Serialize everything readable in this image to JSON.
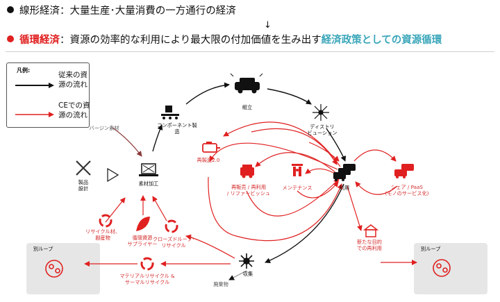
{
  "header": {
    "line1": "線形経済：大量生産･大量消費の一方通行の経済",
    "arrow": "↓",
    "line2_prefix": "循環経済",
    "line2_mid": "：資源の効率的な利用により最大限の付加価値を生み出す",
    "line2_highlight": "経済政策としての資源循環"
  },
  "legend": {
    "title": "凡例:",
    "conventional": "従来の資\n源の流れ",
    "ce": "CEでの資\n源の流れ"
  },
  "nodes": {
    "assembly": "組立",
    "component": "コンポーネント製\n造",
    "virgin": "バージン素材",
    "distribution": "ディストリ\nビューション",
    "remanufacture": "再製造2.0",
    "product_design": "製品\n設計",
    "material_processing": "素材加工",
    "resale": "再販売 / 再利用\n/ リファービッシュ",
    "maintenance": "メンテナンス",
    "use": "利用",
    "share": "シェア / PaaS\n(モノのサービス化)",
    "recycled": "リサイクル材、\n副産物",
    "circular_supplier": "循環資源\nサプライヤー",
    "closed_loop": "クローズドループ･\nリサイクル",
    "new_purpose": "新たな目的\nでの再利用",
    "left_loop": "別ループ",
    "right_loop": "別ループ",
    "material_recycle": "マテリアルリサイクル &\nサーマルリサイクル",
    "collection": "収集",
    "waste": "廃棄物"
  },
  "colors": {
    "red": "#e02020",
    "teal": "#3aa6b9",
    "black": "#111111",
    "box": "#e6e6e6"
  }
}
